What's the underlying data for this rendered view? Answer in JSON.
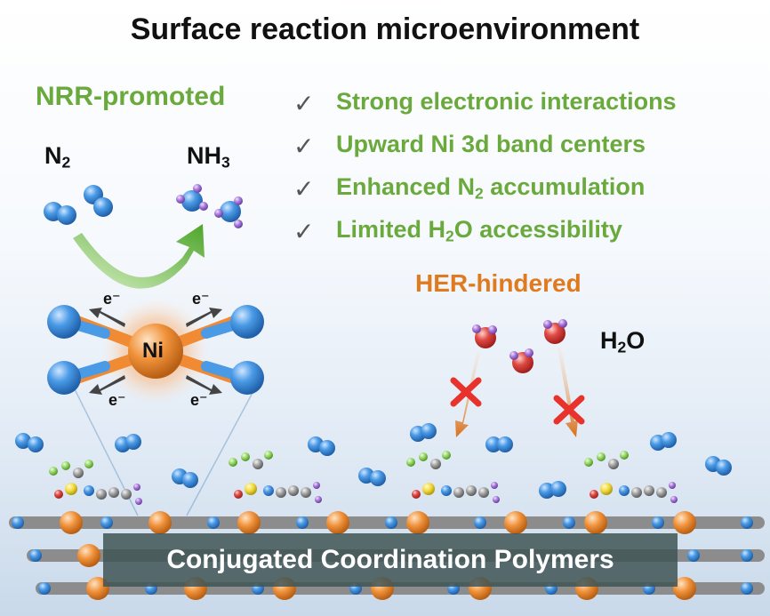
{
  "title": "Surface reaction microenvironment",
  "nrr_label": "NRR-promoted",
  "checklist": [
    {
      "pre": "Strong electronic interactions",
      "sub": "",
      "post": ""
    },
    {
      "pre": "Upward Ni 3d band centers",
      "sub": "",
      "post": ""
    },
    {
      "pre": "Enhanced N",
      "sub": "2",
      "post": " accumulation"
    },
    {
      "pre": "Limited H",
      "sub": "2",
      "post": "O accessibility"
    }
  ],
  "check_symbol": "✓",
  "n2": {
    "base": "N",
    "sub": "2"
  },
  "nh3": {
    "base": "NH",
    "sub": "3"
  },
  "ni_label": "Ni",
  "electron_label": "e⁻",
  "her_label": "HER-hindered",
  "h2o": {
    "pre": "H",
    "sub": "2",
    "post": "O"
  },
  "banner": "Conjugated Coordination Polymers",
  "colors": {
    "green": "#6aaa3c",
    "orange": "#e07a1f",
    "nitrogen_blue": "#3f8fd8",
    "nickel_orange": "#f0923a",
    "oxygen_red": "#d9433f",
    "hydrogen_purple": "#9b6fd0",
    "cross_red": "#e8322c"
  }
}
